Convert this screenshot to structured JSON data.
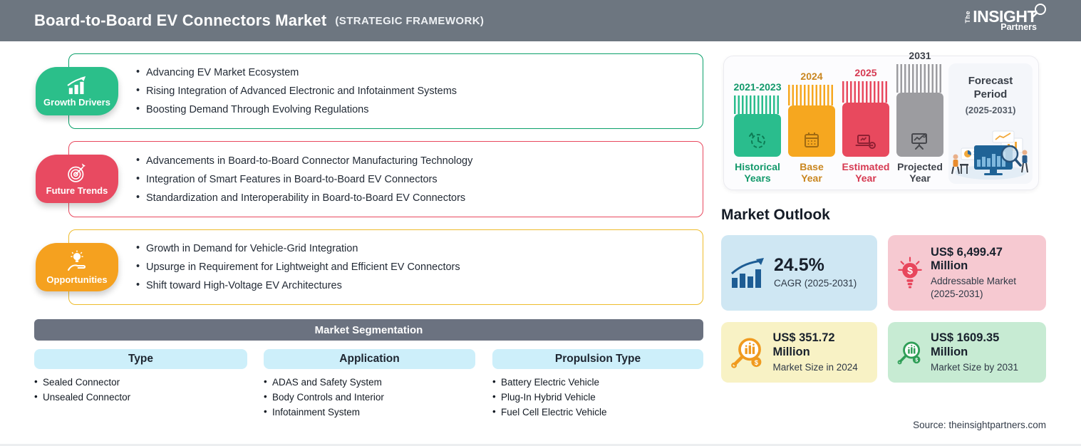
{
  "palette": {
    "header_bg": "#6d7680",
    "seg_bar_bg": "#6b7280",
    "col_header_bg": "#cdeffa",
    "green": "#2abd8d",
    "green_border": "#0aa06a",
    "red": "#e8495e",
    "orange": "#f5a11f",
    "gold_border": "#eebc2c",
    "bar_gray": "#9c9ca0",
    "icon_blue": "#1e5d94",
    "card_blue": "#cfe7f3",
    "card_pink": "#f6c9d1",
    "card_yellow": "#f8f2c5",
    "card_green": "#c7ebd3"
  },
  "header": {
    "title": "Board-to-Board EV Connectors Market",
    "framework": "(STRATEGIC FRAMEWORK)",
    "logo_the": "The",
    "logo_insight": "INSIGHT",
    "logo_partners": "Partners"
  },
  "drivers": [
    {
      "label": "Growth Drivers",
      "icon": "growth-chart-icon",
      "bullets": [
        "Advancing EV Market Ecosystem",
        "Rising Integration of Advanced Electronic and Infotainment Systems",
        "Boosting Demand Through Evolving Regulations"
      ]
    },
    {
      "label": "Future Trends",
      "icon": "target-dart-icon",
      "bullets": [
        "Advancements in Board-to-Board Connector Manufacturing Technology",
        "Integration of Smart Features in Board-to-Board EV Connectors",
        "Standardization and Interoperability in Board-to-Board EV Connectors"
      ]
    },
    {
      "label": "Opportunities",
      "icon": "bulb-hand-icon",
      "bullets": [
        "Growth in Demand for Vehicle-Grid Integration",
        "Upsurge in Requirement for Lightweight and Efficient EV Connectors",
        "Shift toward High-Voltage EV Architectures"
      ]
    }
  ],
  "segmentation": {
    "title": "Market Segmentation",
    "columns": [
      {
        "header": "Type",
        "items": [
          "Sealed Connector",
          "Unsealed Connector"
        ]
      },
      {
        "header": "Application",
        "items": [
          "ADAS and Safety System",
          "Body Controls and Interior",
          "Infotainment System"
        ]
      },
      {
        "header": "Propulsion Type",
        "items": [
          "Battery Electric Vehicle",
          "Plug-In Hybrid Vehicle",
          "Fuel Cell Electric Vehicle"
        ]
      }
    ]
  },
  "timeline": {
    "bars": [
      {
        "year": "2021-2023",
        "label": "Historical Years",
        "icon": "history-clock-icon",
        "color": "#2abd8d"
      },
      {
        "year": "2024",
        "label": "Base Year",
        "icon": "calendar-icon",
        "color": "#f6a71f"
      },
      {
        "year": "2025",
        "label": "Estimated Year",
        "icon": "estimate-device-icon",
        "color": "#e8495e"
      },
      {
        "year": "2031",
        "label": "Projected Year",
        "icon": "projection-board-icon",
        "color": "#9c9ca0"
      }
    ],
    "forecast_title": "Forecast Period",
    "forecast_range": "(2025-2031)"
  },
  "outlook": {
    "title": "Market Outlook",
    "cards": [
      {
        "value": "24.5%",
        "label": "CAGR (2025-2031)",
        "icon": "cagr-growth-icon",
        "bg": "#cfe7f3"
      },
      {
        "value": "US$ 6,499.47 Million",
        "label": "Addressable Market (2025-2031)",
        "icon": "dollar-bulb-icon",
        "bg": "#f6c9d1"
      },
      {
        "value": "US$ 351.72 Million",
        "label": "Market Size in 2024",
        "icon": "market-magnifier-orange-icon",
        "bg": "#f8f2c5"
      },
      {
        "value": "US$ 1609.35 Million",
        "label": "Market Size by 2031",
        "icon": "market-magnifier-green-icon",
        "bg": "#c7ebd3"
      }
    ]
  },
  "source": "Source: theinsightpartners.com"
}
